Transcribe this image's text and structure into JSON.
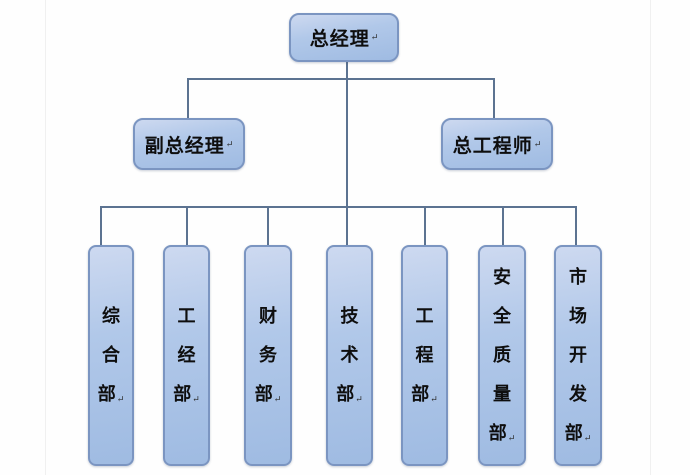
{
  "diagram": {
    "type": "org-chart",
    "root": {
      "label": "总经理"
    },
    "managers": [
      {
        "label": "副总经理"
      },
      {
        "label": "总工程师"
      }
    ],
    "departments": [
      {
        "label": "综合部"
      },
      {
        "label": "工经部"
      },
      {
        "label": "财务部"
      },
      {
        "label": "技术部"
      },
      {
        "label": "工程部"
      },
      {
        "label": "安全质量部"
      },
      {
        "label": "市场开发部"
      }
    ],
    "hierarchy": {
      "总经理": [
        "副总经理",
        "总工程师",
        "综合部",
        "工经部",
        "财务部",
        "技术部",
        "工程部",
        "安全质量部",
        "市场开发部"
      ]
    },
    "paragraph_mark": "↵",
    "colors": {
      "box_fill_light": "#cdd9f0",
      "box_fill": "#b1c8e9",
      "box_fill_dark": "#9fbbe2",
      "box_border": "#7b95c1",
      "connector": "#5c7391",
      "background": "#fefefe"
    }
  }
}
